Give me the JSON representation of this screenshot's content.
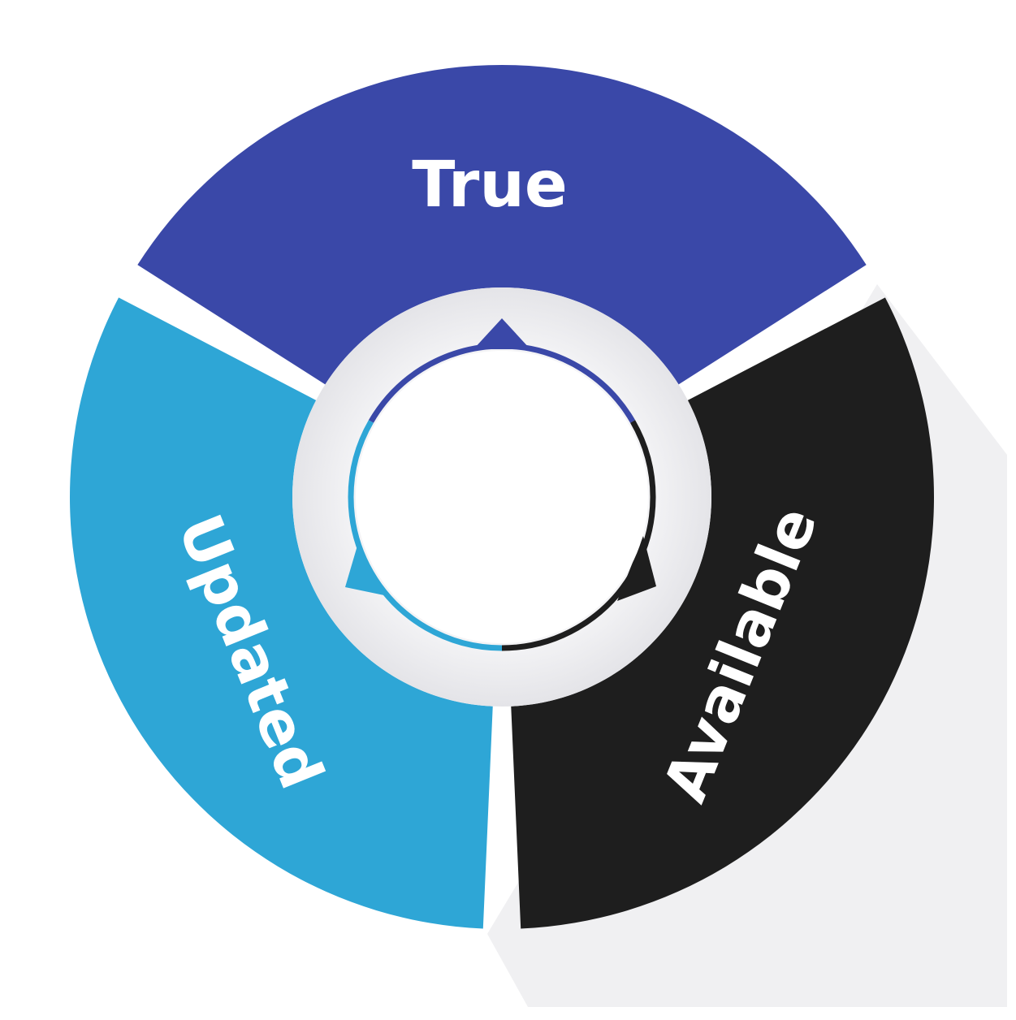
{
  "diagram": {
    "segments": [
      {
        "label": "True",
        "color": "#3a48a8"
      },
      {
        "label": "Available",
        "color": "#1e1e1e"
      },
      {
        "label": "Updated",
        "color": "#2ea6d6"
      }
    ],
    "ring_background": "#eeeef0",
    "center_fill": "#ffffff"
  }
}
